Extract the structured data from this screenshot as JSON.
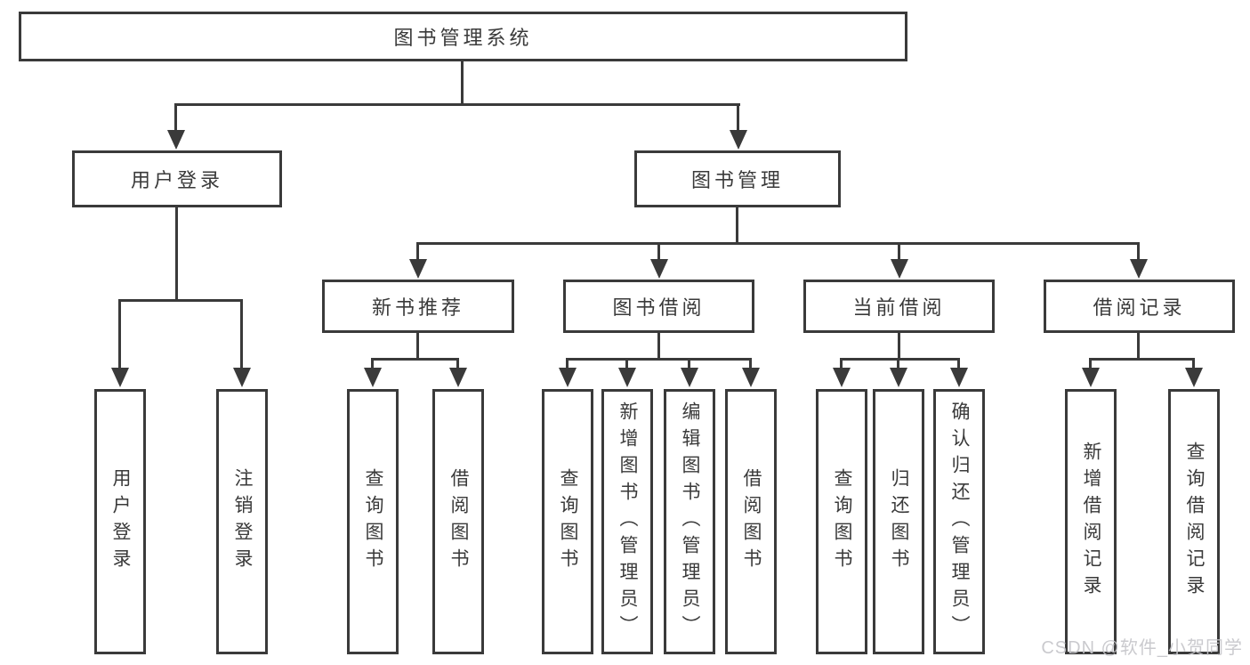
{
  "diagram": {
    "root": {
      "label": "图书管理系统"
    },
    "branches": [
      {
        "label": "用户登录",
        "children": [
          {
            "label": "用户登录"
          },
          {
            "label": "注销登录"
          }
        ]
      },
      {
        "label": "图书管理",
        "children": [
          {
            "label": "新书推荐",
            "children": [
              {
                "label": "查询图书"
              },
              {
                "label": "借阅图书"
              }
            ]
          },
          {
            "label": "图书借阅",
            "children": [
              {
                "label": "查询图书"
              },
              {
                "label": "新增图书（管理员）"
              },
              {
                "label": "编辑图书（管理员）"
              },
              {
                "label": "借阅图书"
              }
            ]
          },
          {
            "label": "当前借阅",
            "children": [
              {
                "label": "查询图书"
              },
              {
                "label": "归还图书"
              },
              {
                "label": "确认归还（管理员）"
              }
            ]
          },
          {
            "label": "借阅记录",
            "children": [
              {
                "label": "新增借阅记录"
              },
              {
                "label": "查询借阅记录"
              }
            ]
          }
        ]
      }
    ]
  },
  "watermark": {
    "text": "CSDN @软件_小贺同学"
  },
  "colors": {
    "line": "#3a3a3a",
    "text": "#3a3a3a",
    "background": "#ffffff",
    "watermark": "#c5c5c9"
  }
}
